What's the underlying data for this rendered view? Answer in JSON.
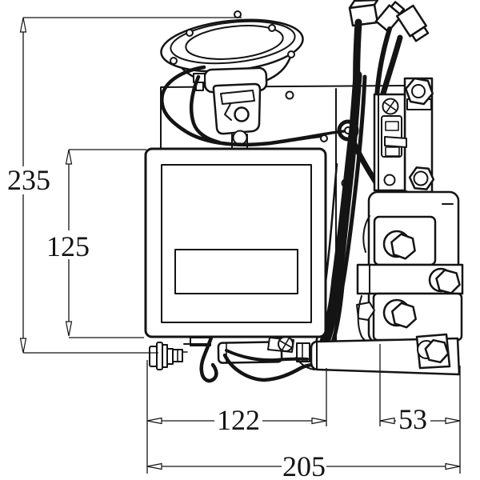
{
  "page": {
    "background": "#ffffff",
    "ink": "#141414"
  },
  "drawing": {
    "kind": "dimensioned-technical-line-drawing",
    "labels": {
      "overall_height": "235",
      "panel_height": "125",
      "panel_width": "122",
      "valve_width": "53",
      "overall_width": "205"
    }
  }
}
